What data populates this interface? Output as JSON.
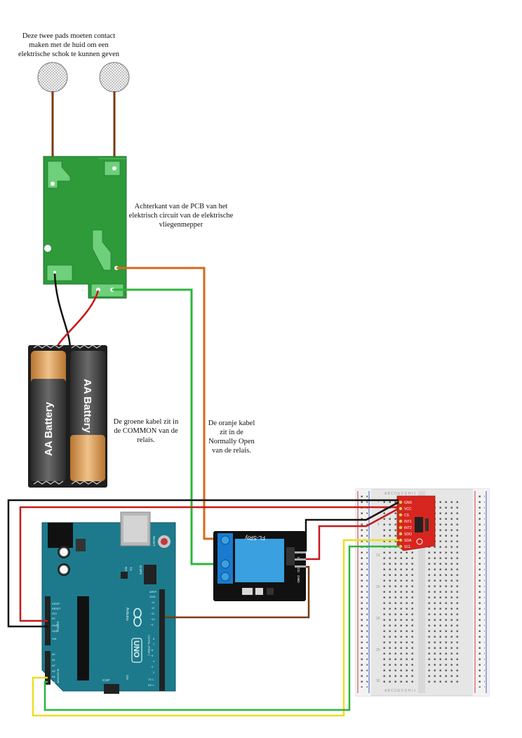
{
  "notes": {
    "pads": "Deze twee pads moeten contact maken met de huid om een elektrische schok te kunnen geven",
    "pcb": "Achterkant van de PCB van het elektrisch circuit van de elektrische vliegenmepper",
    "green_cable": "De groene kabel zit in de COMMON van de relais.",
    "orange_cable": "De oranje kabel zit in de Normally Open van de relais."
  },
  "battery": {
    "cell_label": "AA Battery"
  },
  "relay": {
    "label": "FL-SRly",
    "pins": [
      "GND",
      "VCC",
      "IN"
    ]
  },
  "arduino": {
    "model": "UNO",
    "brand": "Arduino",
    "reset": "RESET",
    "icsp": "ICSP",
    "icsp2": "ICSP2",
    "on": "ON",
    "tx": "TX",
    "rx": "RX",
    "power_header": [
      "IOREF",
      "RESET",
      "3V3",
      "5V",
      "GND",
      "GND",
      "VIN"
    ],
    "analog_header": [
      "A0",
      "A1",
      "A2",
      "A3",
      "A4",
      "A5"
    ],
    "digital_labels": [
      "AREF",
      "GND",
      "13",
      "12",
      "~11",
      "~10",
      "~9",
      "8",
      "7",
      "~6",
      "~5",
      "4",
      "~3",
      "2",
      "TX 1",
      "RX 0"
    ],
    "power_title": "POWER",
    "analog_title": "ANALOG IN",
    "digital_title": "DIGITAL (PWM~)"
  },
  "sensor": {
    "pins": [
      "GND",
      "VCC",
      "CS",
      "INT1",
      "INT2",
      "SDO",
      "SDA",
      "SCL"
    ]
  },
  "breadboard": {
    "cols_top": "A B C D E   F G H I J",
    "row_numbers": [
      "1",
      "5",
      "10",
      "15",
      "20",
      "25",
      "30"
    ]
  },
  "colors": {
    "pcb_green": "#2e9a3a",
    "arduino_teal": "#1c7a8c",
    "relay_blue": "#3aa0e0",
    "sensor_red": "#d8251f",
    "wire_orange": "#d66a1c",
    "wire_green": "#2bb63a",
    "wire_red": "#c8181a",
    "wire_black": "#111111",
    "wire_brown": "#7a3a14",
    "wire_yellow": "#e8e020"
  }
}
